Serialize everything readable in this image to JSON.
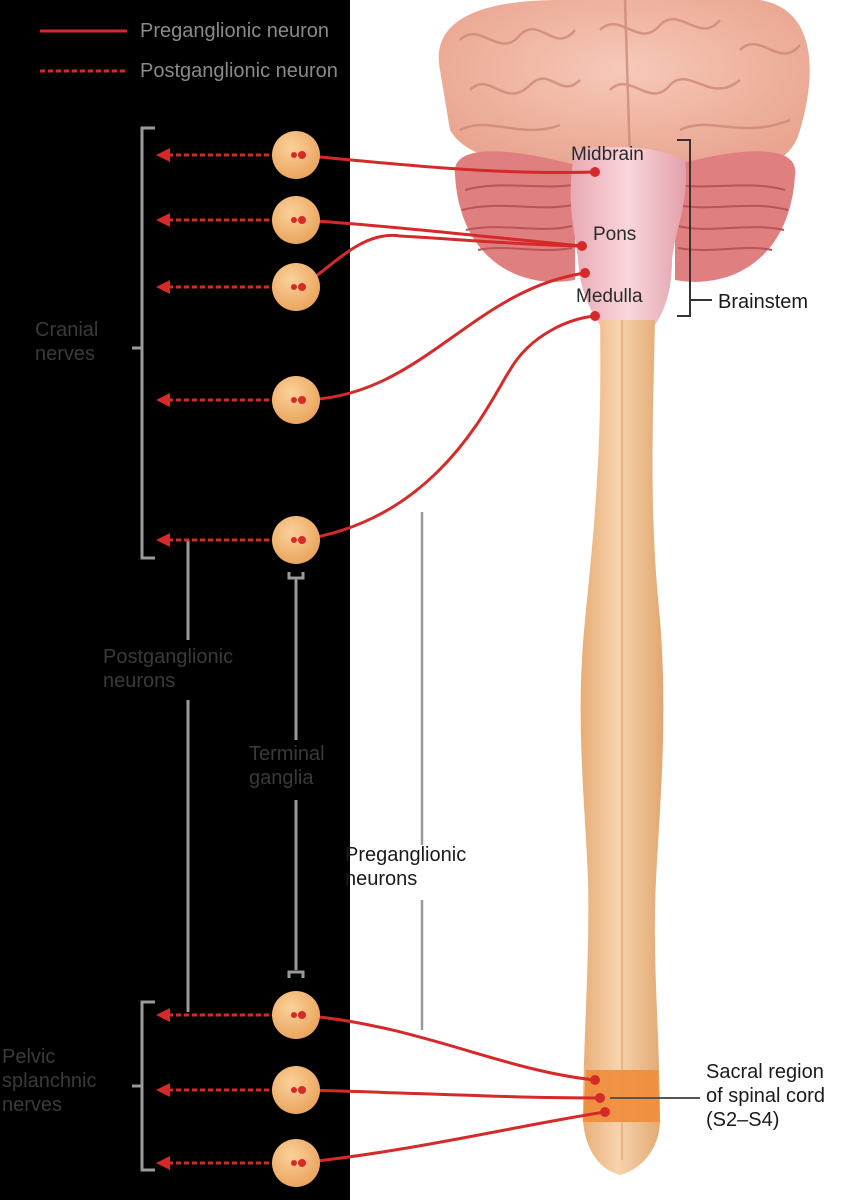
{
  "legend": {
    "preganglionic": "Preganglionic neuron",
    "postganglionic": "Postganglionic neuron"
  },
  "labels": {
    "midbrain": "Midbrain",
    "pons": "Pons",
    "medulla": "Medulla",
    "brainstem": "Brainstem",
    "cranial_nerves": [
      "Cranial",
      "nerves"
    ],
    "postganglionic_neurons": [
      "Postganglionic",
      "neurons"
    ],
    "terminal_ganglia": [
      "Terminal",
      "ganglia"
    ],
    "preganglionic_neurons": [
      "Preganglionic",
      "neurons"
    ],
    "pelvic_splanchnic_nerves": [
      "Pelvic",
      "splanchnic",
      "nerves"
    ],
    "sacral_region": [
      "Sacral region",
      "of spinal cord",
      "(S2–S4)"
    ]
  },
  "colors": {
    "neuron_red": "#d42a2a",
    "ganglion": "#f2b26b",
    "cord": "#f2c08f",
    "sacral": "#f08c3a",
    "panel": "#000000",
    "bracket": "#9a9a9a"
  }
}
